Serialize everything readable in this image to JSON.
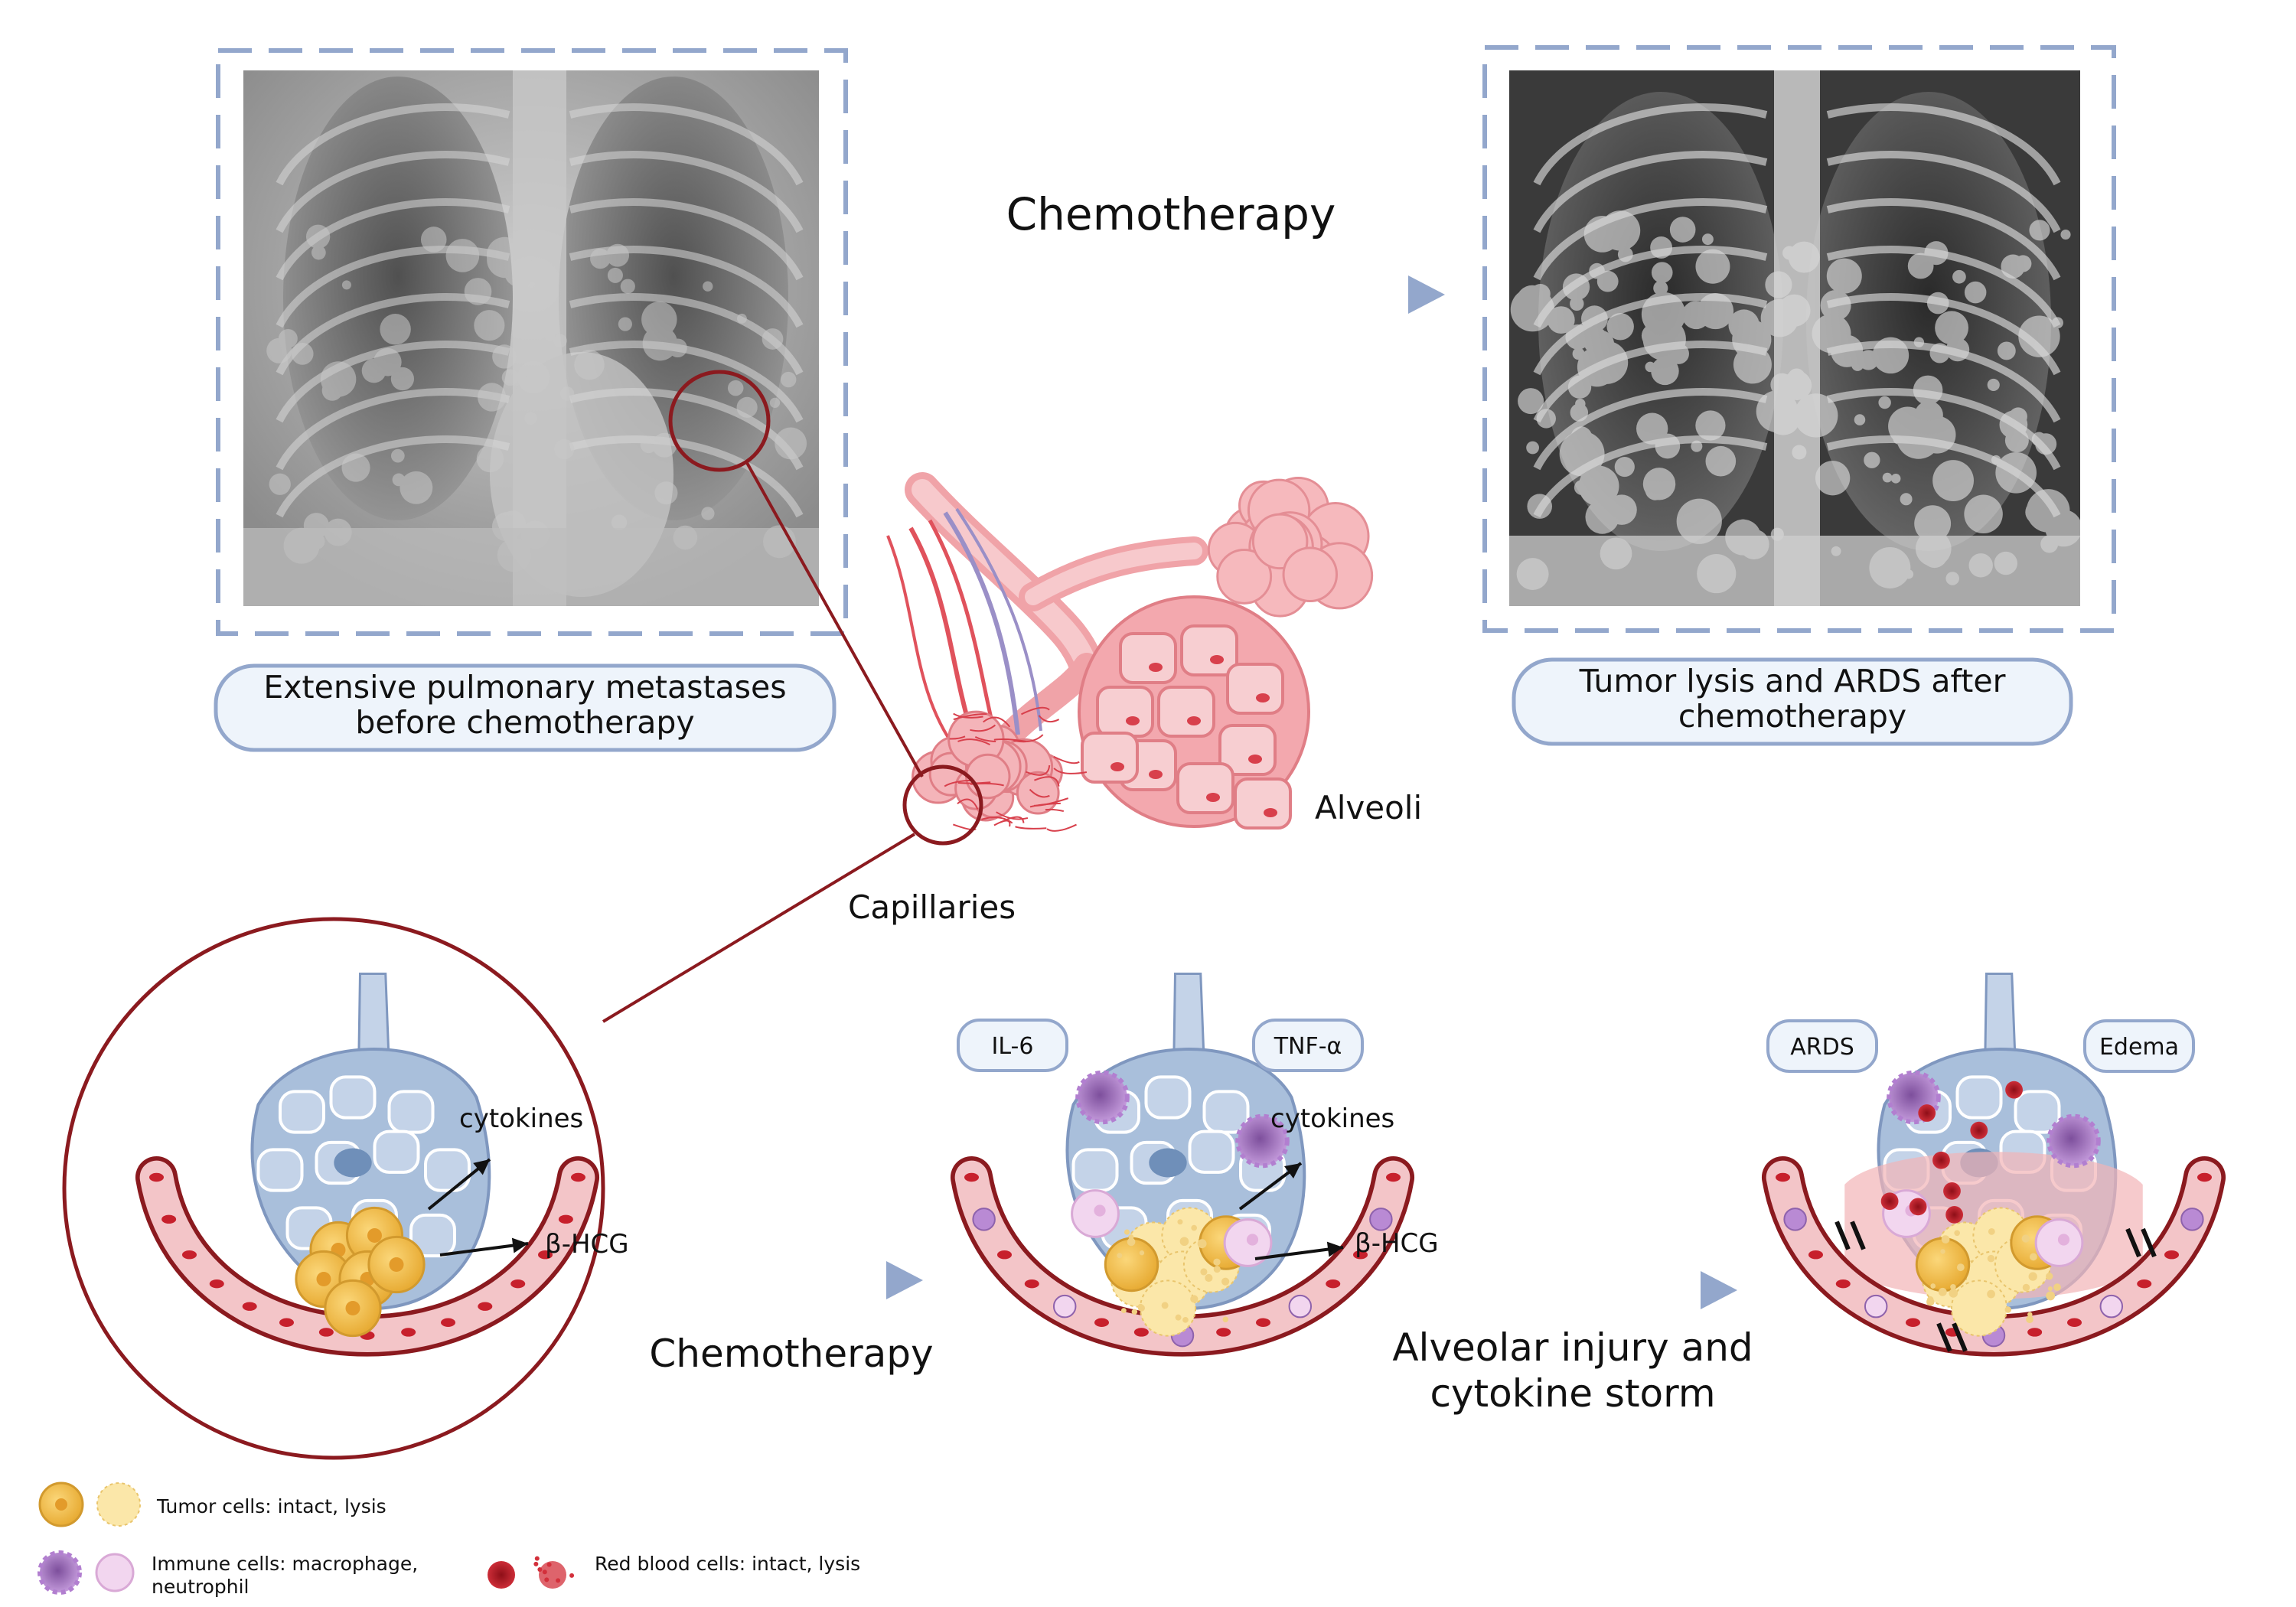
{
  "top": {
    "arrow_label": "Chemotherapy",
    "before_caption": [
      "Extensive pulmonary metastases",
      "before chemotherapy"
    ],
    "after_caption": [
      "Tumor lysis and ARDS after",
      "chemotherapy"
    ]
  },
  "anatomy": {
    "alveoli_label": "Alveoli",
    "capillaries_label": "Capillaries"
  },
  "panels": {
    "p1": {
      "cytokines": "cytokines",
      "bhcg": "β-HCG"
    },
    "p2": {
      "il6": "IL-6",
      "tnf": "TNF-α",
      "cytokines": "cytokines",
      "bhcg": "β-HCG"
    },
    "p3": {
      "ards": "ARDS",
      "edema": "Edema"
    }
  },
  "arrows": {
    "chemo_label": "Chemotherapy",
    "injury_label": [
      "Alveolar injury and",
      "cytokine storm"
    ]
  },
  "legend": {
    "tumor": "Tumor cells: intact, lysis",
    "immune": [
      "Immune cells: macrophage,",
      "neutrophil"
    ],
    "rbc": "Red blood cells: intact, lysis"
  },
  "colors": {
    "frame_blue": "#93a7cc",
    "caption_fill": "#eef4fb",
    "dark_red": "#8b1a1f",
    "vessel_pink": "#f3c5c8",
    "lung_blue": "#a9bfdb",
    "tumor_yellow": "#f4c55a",
    "tumor_lysis": "#fbe7a9",
    "macrophage": "#b98ad4",
    "neutrophil": "#f2d6ef",
    "rbc": "#c7202c"
  }
}
